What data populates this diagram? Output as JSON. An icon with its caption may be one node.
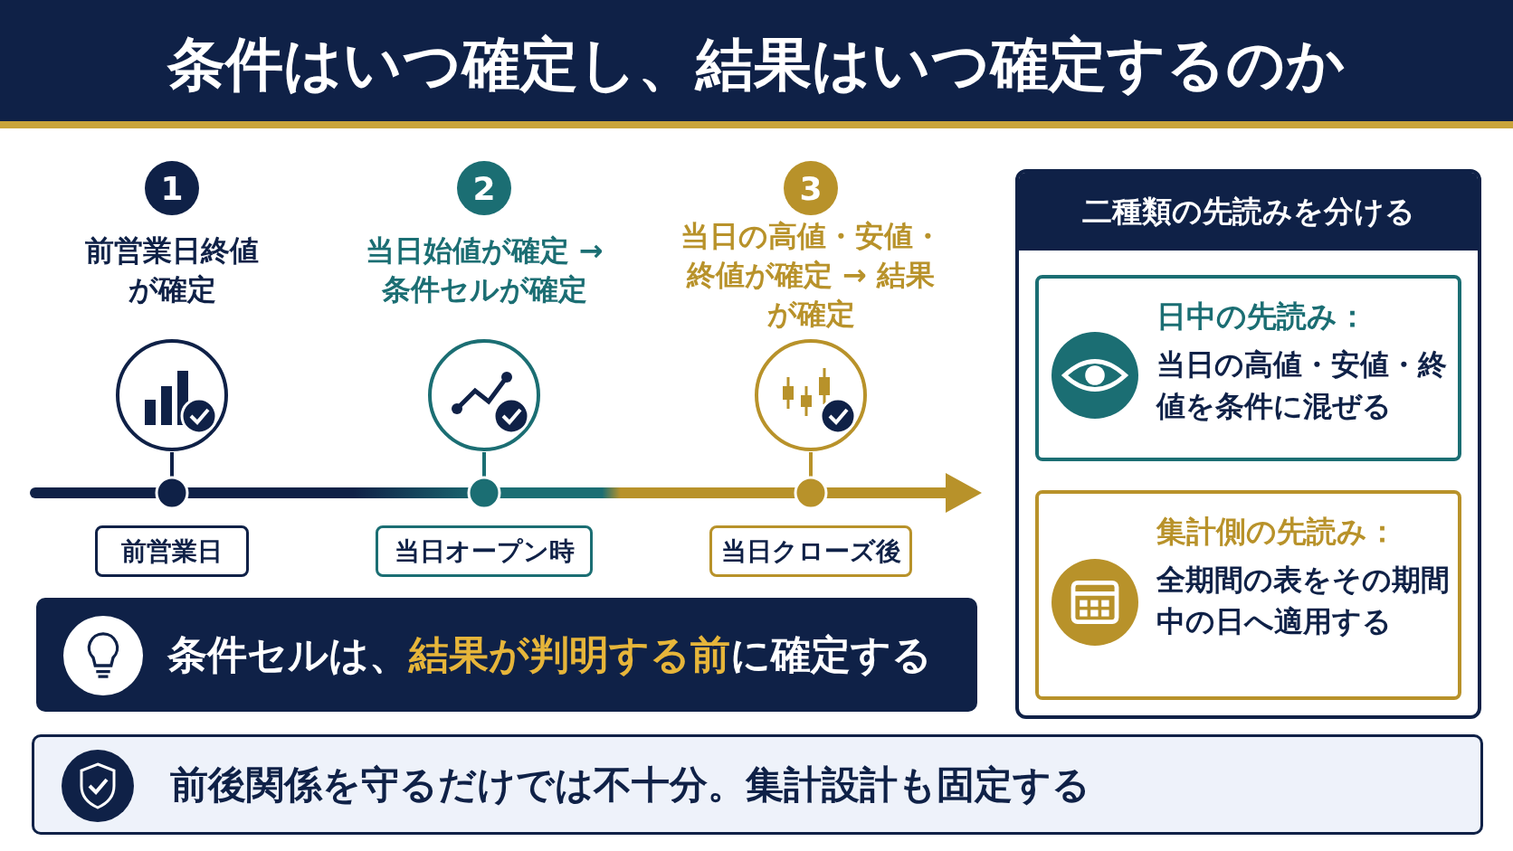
{
  "diagram": {
    "title": "条件はいつ確定し、結果はいつ確定するのか",
    "nodes": [
      {
        "text": [
          "1"
        ],
        "beside": [
          "前営業日終値が確定"
        ]
      },
      {
        "text": [],
        "shape": "circle"
      },
      {
        "text": [
          "前営業日"
        ]
      },
      {
        "text": [
          "2"
        ],
        "beside": [
          "当日始値が確定 → 条件セルが確定"
        ]
      },
      {
        "text": [],
        "shape": "circle"
      },
      {
        "text": [
          "当日オープン時"
        ]
      },
      {
        "text": [
          "3"
        ],
        "beside": [
          "当日の高値・安値・終値が確定 → 結果が確定"
        ]
      },
      {
        "text": [],
        "shape": "circle"
      },
      {
        "text": [
          "当日クローズ後"
        ]
      },
      {
        "text": [
          "条件セルは、**結果が判明する前**に確定する"
        ]
      },
      {
        "text": [
          "二種類の先読みを分ける"
        ]
      },
      {
        "text": [
          "日中の先読み：",
          "当日の高値・安値・終値を条件に混ぜる"
        ],
        "in": 10
      },
      {
        "text": [
          "集計側の先読み：",
          "全期間の表をその期間中の日へ適用する"
        ],
        "in": 10
      },
      {
        "text": [
          "前後関係を守るだけでは不十分。集計設計も固定する"
        ]
      }
    ]
  }
}
